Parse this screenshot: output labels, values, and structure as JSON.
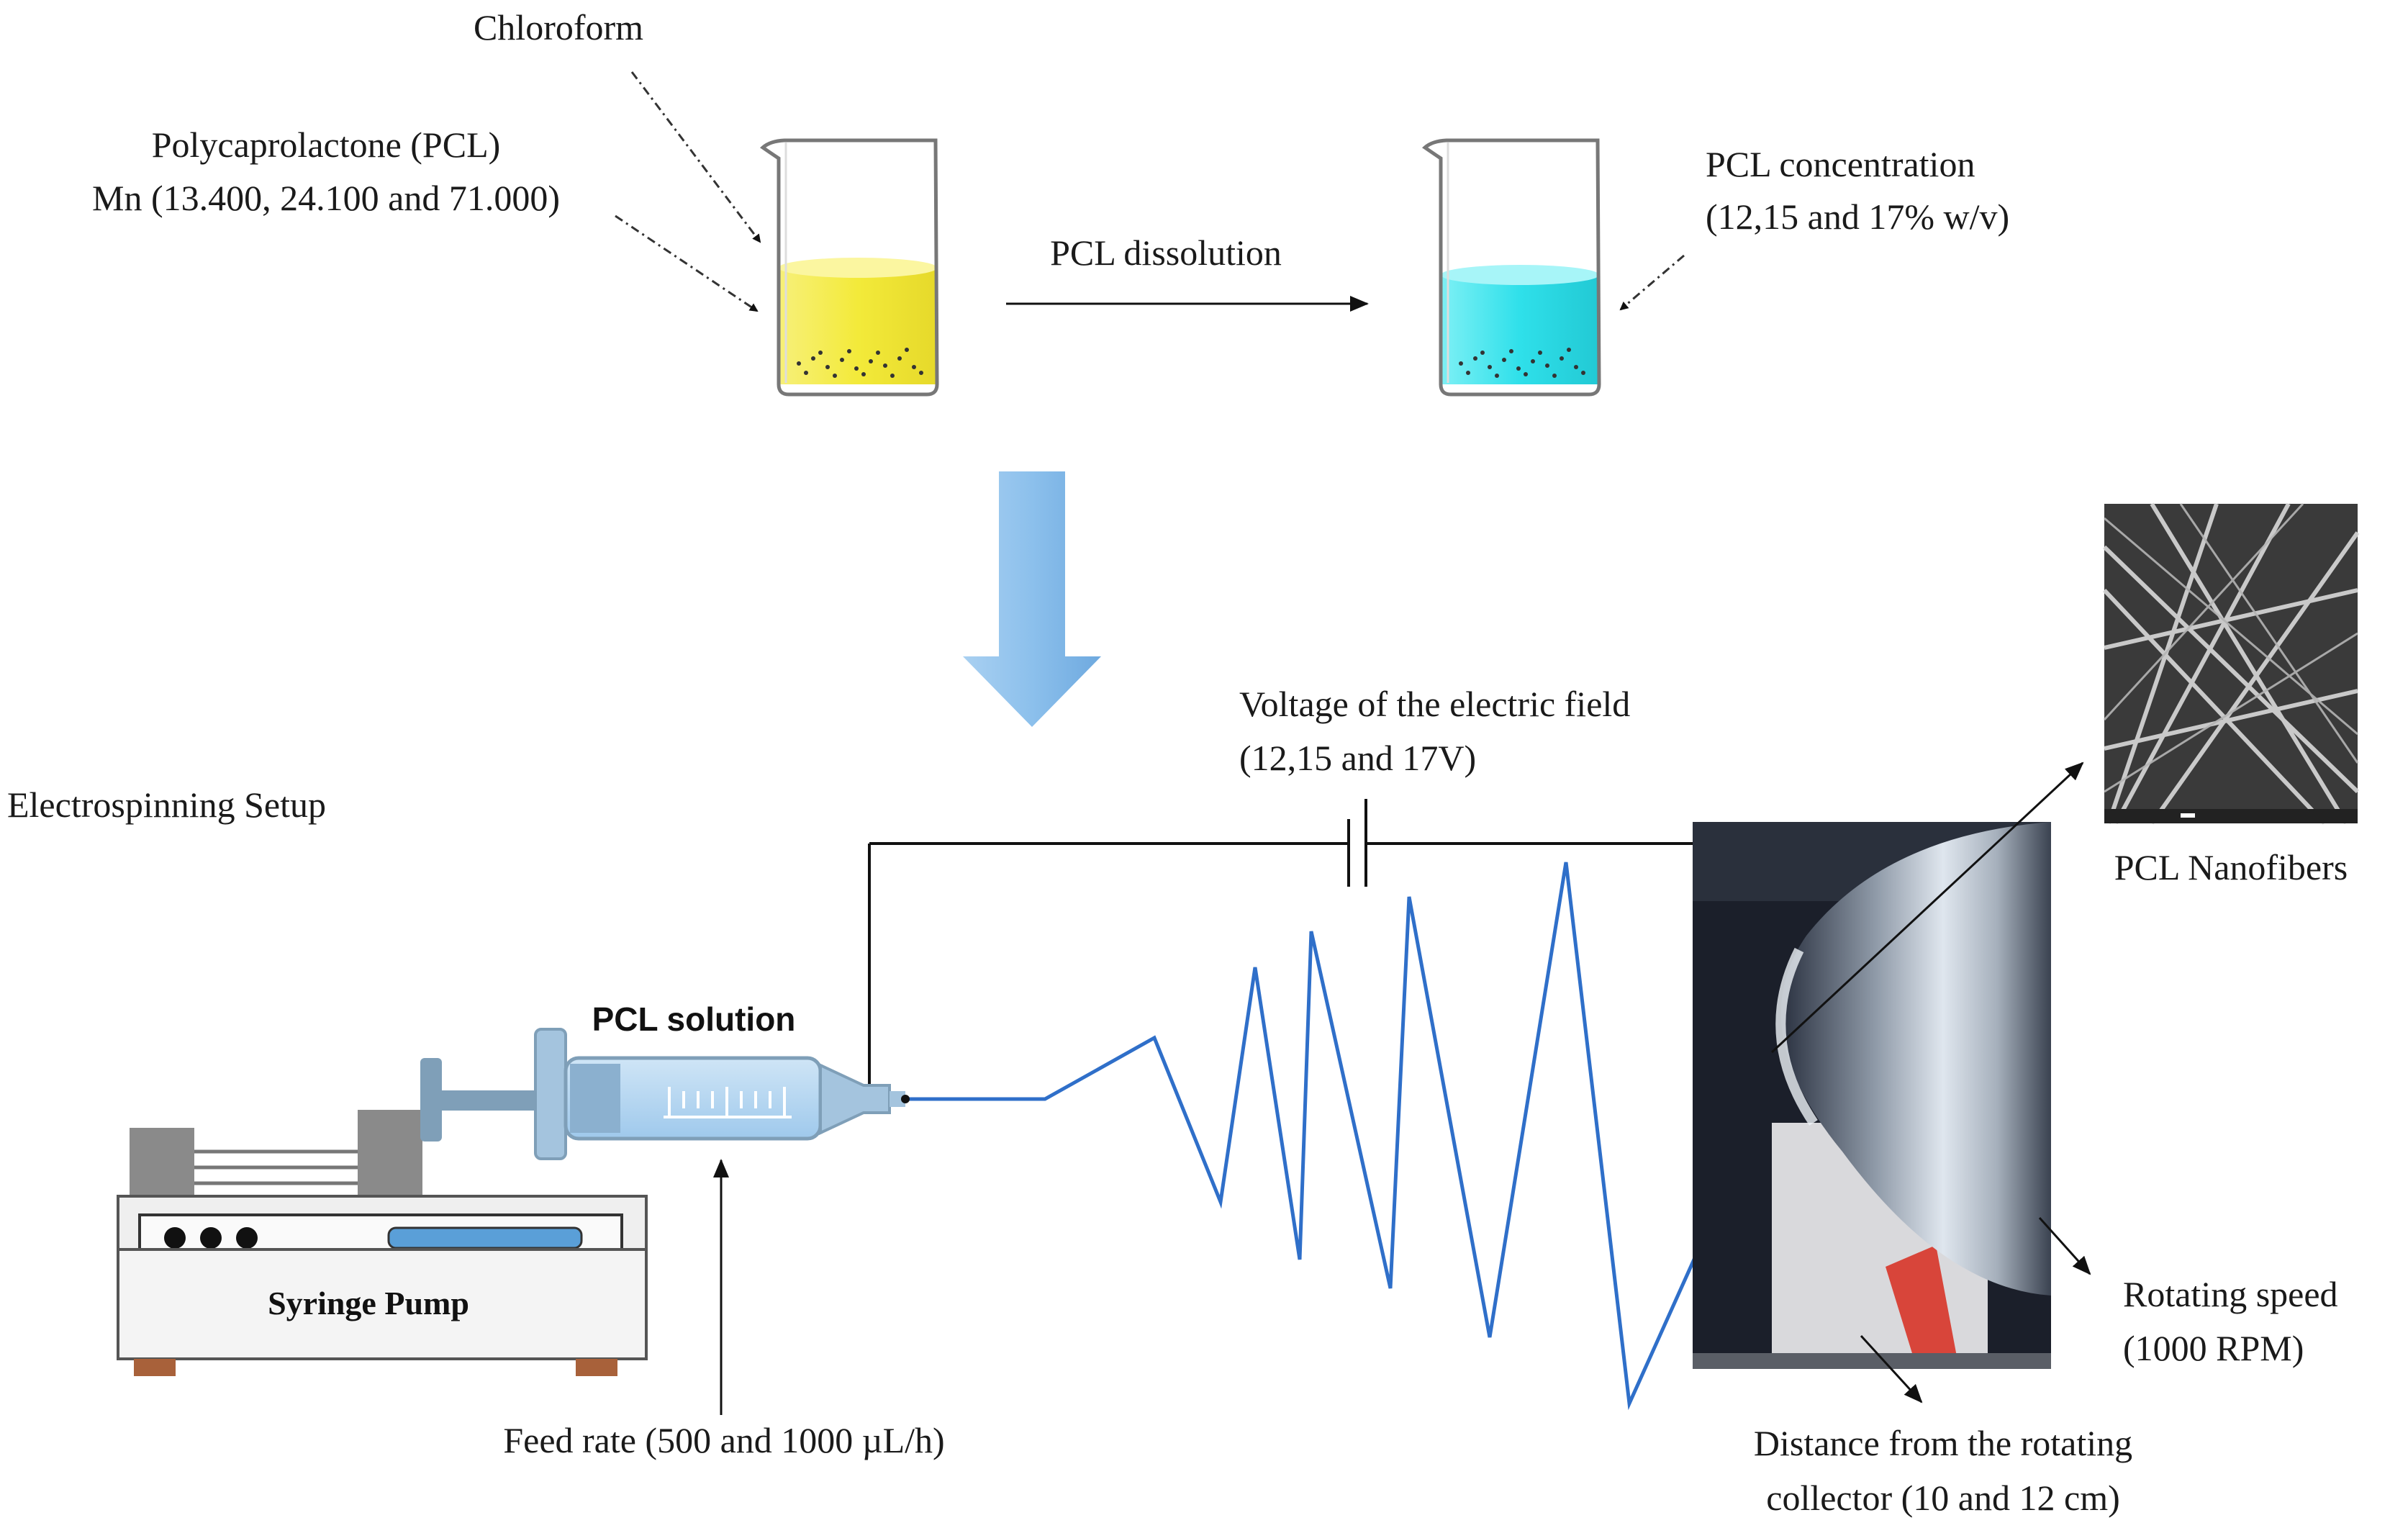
{
  "top": {
    "chloroform": "Chloroform",
    "pcl_line1": "Polycaprolactone (PCL)",
    "pcl_line2": "Mn (13.400, 24.100 and 71.000)",
    "dissolution": "PCL dissolution",
    "conc_line1": "PCL concentration",
    "conc_line2": "(12,15 and 17% w/v)"
  },
  "setup": {
    "title": "Electrospinning Setup",
    "voltage_line1": "Voltage of the electric field",
    "voltage_line2": "(12,15 and 17V)",
    "pcl_solution": "PCL solution",
    "syringe_pump": "Syringe Pump",
    "feed_rate": "Feed rate (500 and 1000 µL/h)",
    "nanofibers": "PCL Nanofibers",
    "rotating_line1": "Rotating speed",
    "rotating_line2": "(1000 RPM)",
    "distance_line1": "Distance from the rotating",
    "distance_line2": "collector (10 and 12 cm)"
  },
  "colors": {
    "yellow_solution": "#f3ea3a",
    "cyan_solution": "#2fe0ea",
    "jet_blue": "#2f6fc9",
    "arrow_blue": "#7fb6e6"
  }
}
